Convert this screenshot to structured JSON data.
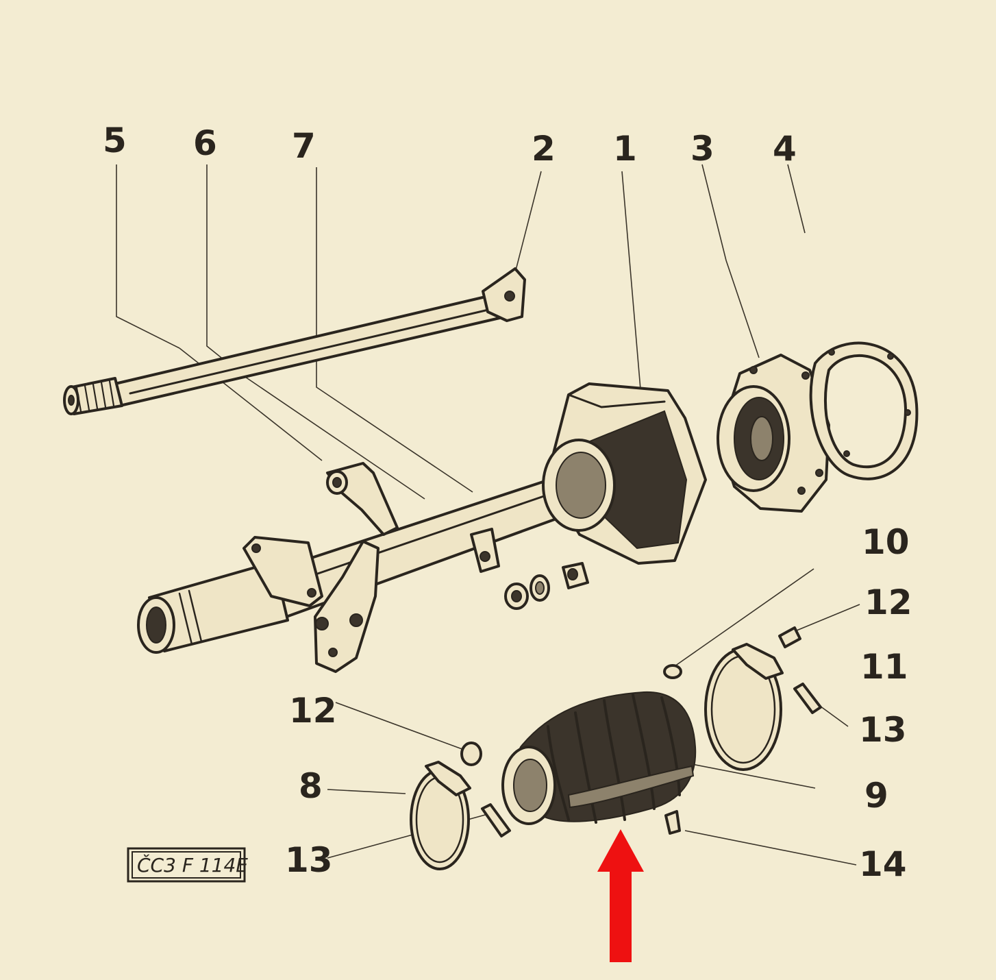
{
  "callouts": {
    "c1": "1",
    "c2": "2",
    "c3": "3",
    "c4": "4",
    "c5": "5",
    "c6": "6",
    "c7": "7",
    "c8": "8",
    "c9": "9",
    "c10": "10",
    "c11": "11",
    "c12_right": "12",
    "c12_left": "12",
    "c13_right": "13",
    "c13_left": "13",
    "c14": "14"
  },
  "reference_code": "ČC3 F 114E",
  "highlight": {
    "color": "#ee1111",
    "icon": "arrow-up-icon"
  },
  "colors": {
    "paper": "#f3ecd2",
    "ink": "#2a251e"
  }
}
